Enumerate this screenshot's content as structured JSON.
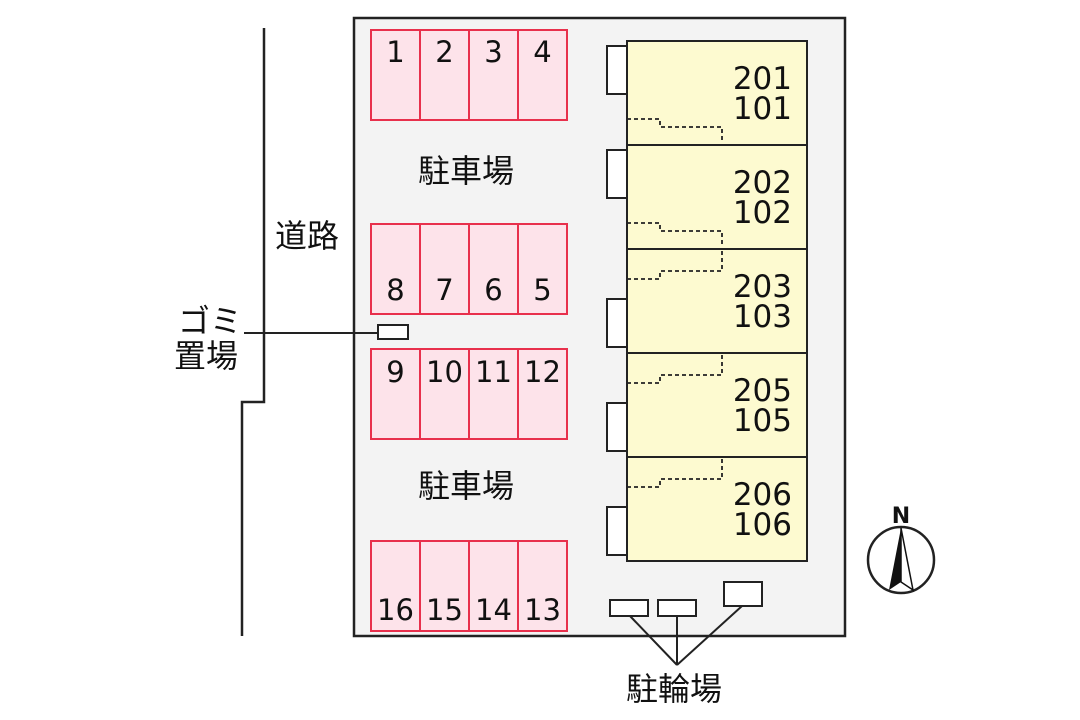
{
  "road": {
    "label": "道路"
  },
  "garbage": {
    "line1": "ゴミ",
    "line2": "置場"
  },
  "parking_labels": [
    "駐車場",
    "駐車場"
  ],
  "bicycle_parking": {
    "label": "駐輪場"
  },
  "compass": {
    "label": "N"
  },
  "parking_stalls": [
    {
      "group": 1,
      "numbers": [
        "1",
        "2",
        "3",
        "4"
      ]
    },
    {
      "group": 2,
      "numbers": [
        "8",
        "7",
        "6",
        "5"
      ]
    },
    {
      "group": 3,
      "numbers": [
        "9",
        "10",
        "11",
        "12"
      ]
    },
    {
      "group": 4,
      "numbers": [
        "16",
        "15",
        "14",
        "13"
      ]
    }
  ],
  "units": [
    {
      "upper": "201",
      "lower": "101"
    },
    {
      "upper": "202",
      "lower": "102"
    },
    {
      "upper": "203",
      "lower": "103"
    },
    {
      "upper": "205",
      "lower": "105"
    },
    {
      "upper": "206",
      "lower": "106"
    }
  ],
  "colors": {
    "parking_fill": "#fde3ea",
    "parking_stroke": "#e8304c",
    "unit_fill": "#fdfad0",
    "lot_fill": "#f3f3f3",
    "line": "#222222"
  }
}
